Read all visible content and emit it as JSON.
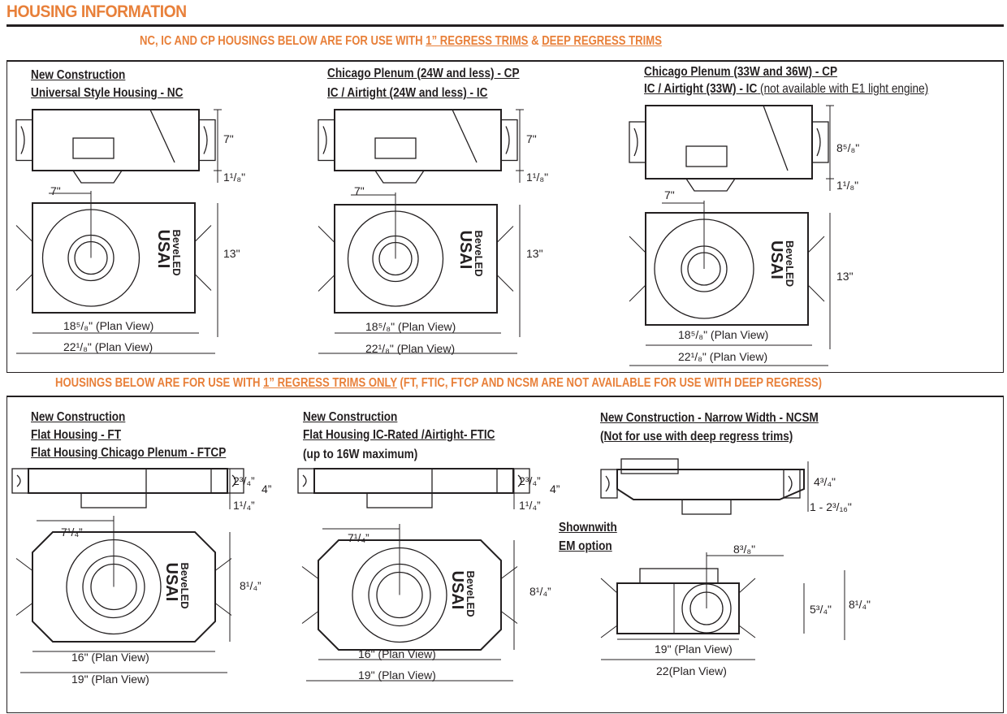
{
  "header": {
    "title": "HOUSING INFORMATION"
  },
  "section1": {
    "intro": "NC, IC AND CP HOUSINGS BELOW ARE FOR USE WITH ",
    "link1": "1” REGRESS TRIMS",
    "amp": " & ",
    "link2": "DEEP REGRESS TRIMS",
    "panels": [
      {
        "title1": "New Construction",
        "title2": "Universal Style Housing - NC",
        "side_height": "7\"",
        "side_drop": "1¹/₈\"",
        "offset": "7\"",
        "depth": "13\"",
        "width_inner": "18⁵/₈\" (Plan View)",
        "width_outer": "22¹/₈\" (Plan View)"
      },
      {
        "title1": "Chicago Plenum (24W and less) - CP",
        "title2": "IC / Airtight (24W and less) - IC",
        "side_height": "7\"",
        "side_drop": "1¹/₈\"",
        "offset": "7\"",
        "depth": "13\"",
        "width_inner": "18⁵/₈\" (Plan View)",
        "width_outer": "22¹/₈\" (Plan View)"
      },
      {
        "title1": "Chicago Plenum (33W and 36W) - CP",
        "title2": "IC / Airtight (33W) - IC",
        "title2_note": " (not available with E1 light engine)",
        "side_height": "8⁵/₈\"",
        "side_drop": "1¹/₈\"",
        "offset": "7\"",
        "depth": "13\"",
        "width_inner": "18⁵/₈\" (Plan View)",
        "width_outer": "22¹/₈\" (Plan View)"
      }
    ]
  },
  "section2": {
    "intro": "HOUSINGS BELOW ARE FOR USE WITH ",
    "link1": "1” REGRESS TRIMS ONLY",
    "note": " (FT, FTIC, FTCP AND NCSM ARE NOT AVAILABLE FOR USE WITH DEEP REGRESS)",
    "panels": [
      {
        "title1": "New Construction",
        "title2": "Flat Housing - FT",
        "title3": "Flat Housing Chicago Plenum - FTCP",
        "side_inner": "2³/₄”",
        "side_height": "4”",
        "side_drop": "1¹/₄”",
        "offset": "7¹/₄”",
        "depth": "8¹/₄”",
        "width_inner": "16\" (Plan View)",
        "width_outer": "19\" (Plan View)"
      },
      {
        "title1": "New Construction",
        "title2": "Flat Housing IC-Rated /Airtight- FTIC",
        "title3": "(up to 16W maximum)",
        "side_inner": "2³/₄”",
        "side_height": "4”",
        "side_drop": "1¹/₄”",
        "offset": "7¹/₄”",
        "depth": "8¹/₄”",
        "width_inner": "16\" (Plan View)",
        "width_outer": "19\" (Plan View)"
      },
      {
        "title1": "New Construction - Narrow Width - NCSM",
        "title2": "(Not for use with deep regress trims)",
        "side_height": "4³/₄\"",
        "side_drop": "1 - 2³/₁₆\"",
        "em1": "Shownwith",
        "em2": "EM option",
        "offset": "8³/₈\"",
        "depth_inner": "5³/₄\"",
        "depth": "8¹/₄\"",
        "width_inner": "19\" (Plan View)",
        "width_outer": "22(Plan View)"
      }
    ]
  },
  "logo": {
    "line1": "USAI",
    "line2": "BeveLED"
  },
  "colors": {
    "accent": "#e8803a",
    "ink": "#231f20"
  }
}
